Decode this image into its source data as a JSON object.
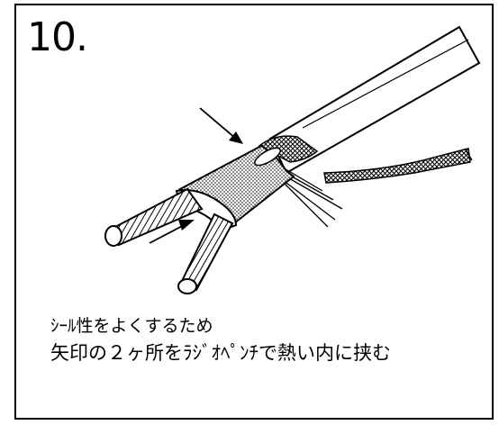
{
  "step_number": "10.",
  "caption": {
    "line1": "ｼｰﾙ性をよくするため",
    "line2": "矢印の２ヶ所をﾗｼﾞｵﾍﾟﾝﾁで熱い内に挟む"
  }
}
